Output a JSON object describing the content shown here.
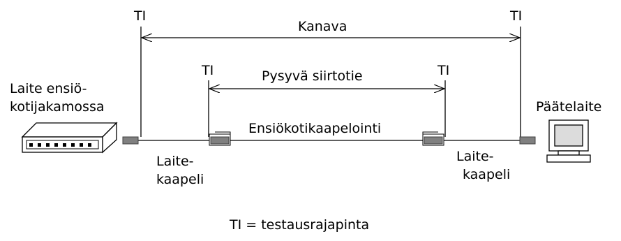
{
  "labels": {
    "ti_left_outer": "TI",
    "ti_right_outer": "TI",
    "ti_left_inner": "TI",
    "ti_right_inner": "TI",
    "channel": "Kanava",
    "permanent_link": "Pysyvä siirtotie",
    "cabling": "Ensiökotikaapelointi",
    "device_line1": "Laite ensiö-",
    "device_line2": "kotijakamossa",
    "terminal": "Päätelaite",
    "cable_left_line1": "Laite-",
    "cable_left_line2": "kaapeli",
    "cable_right_line1": "Laite-",
    "cable_right_line2": "kaapeli",
    "legend": "TI = testausrajapinta"
  },
  "icons": {
    "device": "patch-panel-icon",
    "terminal": "computer-icon",
    "connector": "connector-icon"
  }
}
